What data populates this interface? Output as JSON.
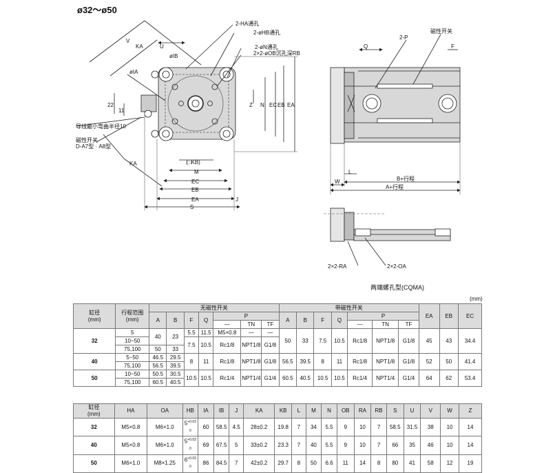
{
  "title": "ø32～ø50",
  "drawing": {
    "front_labels": [
      "2-HA通孔",
      "2-øHB通孔",
      "2-øN通孔",
      "2×2-øOB沉孔深RB",
      "V",
      "KA",
      "U",
      "øIB",
      "øIA",
      "22",
      "11",
      "Z",
      "N",
      "EC",
      "EB",
      "EA",
      "(□KB)",
      "M",
      "EC",
      "EB",
      "EA",
      "S",
      "J",
      "KA"
    ],
    "note1": "导线最小弯曲半径10",
    "note2": "磁性开关",
    "note3": "D-A7型 · A8型",
    "side_labels": [
      "2-P",
      "磁性开关",
      "Q",
      "F",
      "L",
      "W",
      "B+行程",
      "A+行程"
    ],
    "bottom_labels": [
      "2×2-RA",
      "2×2-OA"
    ]
  },
  "caption": "两端螺孔型(CQMA)",
  "unit": "(mm)",
  "table1": {
    "h_bore": "缸径\n(mm)",
    "h_stroke": "行程范围\n(mm)",
    "h_no": "无磁性开关",
    "h_with": "带磁性开关",
    "cols": [
      "A",
      "B",
      "F",
      "Q",
      "P",
      "EA",
      "EB",
      "EC"
    ],
    "p_sub": [
      "—",
      "TN",
      "TF"
    ],
    "rows": {
      "r32": {
        "bore": "32",
        "s": [
          "5",
          "10~50",
          "75,100"
        ],
        "na": [
          "40",
          "50"
        ],
        "nb": [
          "23",
          "33"
        ],
        "f1": "5.5",
        "q1": "11.5",
        "p1": "M5×0.8",
        "t1": "—",
        "u1": "—",
        "f2": "7.5",
        "q2": "10.5",
        "p2": "Rc1/8",
        "t2": "NPT1/8",
        "u2": "G1/8",
        "a": "50",
        "b": "33",
        "f": "7.5",
        "q": "10.5",
        "p": "Rc1/8",
        "tn": "NPT1/8",
        "tf": "G1/8",
        "ea": "45",
        "eb": "43",
        "ec": "34.4"
      },
      "r40": {
        "bore": "40",
        "s": [
          "5~50",
          "75,100"
        ],
        "na": [
          "46.5",
          "56.5"
        ],
        "nb": [
          "29.5",
          "39.5"
        ],
        "f": "8",
        "q": "11",
        "p": "Rc1/8",
        "tn": "NPT1/8",
        "tf": "G1/8",
        "a": "56.5",
        "b": "39.5",
        "f2": "8",
        "q2": "11",
        "p2": "Rc1/8",
        "tn2": "NPT1/8",
        "tf2": "G1/8",
        "ea": "52",
        "eb": "50",
        "ec": "41.4"
      },
      "r50": {
        "bore": "50",
        "s": [
          "10~50",
          "75,100"
        ],
        "na": [
          "50.5",
          "60.5"
        ],
        "nb": [
          "30.5",
          "40.5"
        ],
        "f": "10.5",
        "q": "10.5",
        "p": "Rc1/4",
        "tn": "NPT1/4",
        "tf": "G1/4",
        "a": "60.5",
        "b": "40.5",
        "f2": "10.5",
        "q2": "10.5",
        "p2": "Rc1/4",
        "tn2": "NPT1/4",
        "tf2": "G1/4",
        "ea": "64",
        "eb": "62",
        "ec": "53.4"
      }
    }
  },
  "table2": {
    "headers": [
      "缸径\n(mm)",
      "HA",
      "OA",
      "HB",
      "IA",
      "IB",
      "J",
      "KA",
      "KB",
      "L",
      "M",
      "N",
      "OB",
      "RA",
      "RB",
      "S",
      "U",
      "V",
      "W",
      "Z"
    ],
    "hb_tol": "+0.03\n0",
    "rows": [
      [
        "32",
        "M5×0.8",
        "M6×1.0",
        "5",
        "60",
        "58.5",
        "4.5",
        "28±0.2",
        "19.8",
        "7",
        "34",
        "5.5",
        "9",
        "10",
        "7",
        "58.5",
        "31.5",
        "38",
        "10",
        "14"
      ],
      [
        "40",
        "M5×0.8",
        "M6×1.0",
        "5",
        "69",
        "67.5",
        "5",
        "33±0.2",
        "23.3",
        "7",
        "40",
        "5.5",
        "9",
        "10",
        "7",
        "66",
        "35",
        "46",
        "10",
        "14"
      ],
      [
        "50",
        "M6×1.0",
        "M8×1.25",
        "6",
        "86",
        "84.5",
        "7",
        "42±0.2",
        "29.7",
        "8",
        "50",
        "6.6",
        "11",
        "14",
        "8",
        "80",
        "41",
        "58",
        "12",
        "19"
      ]
    ]
  }
}
